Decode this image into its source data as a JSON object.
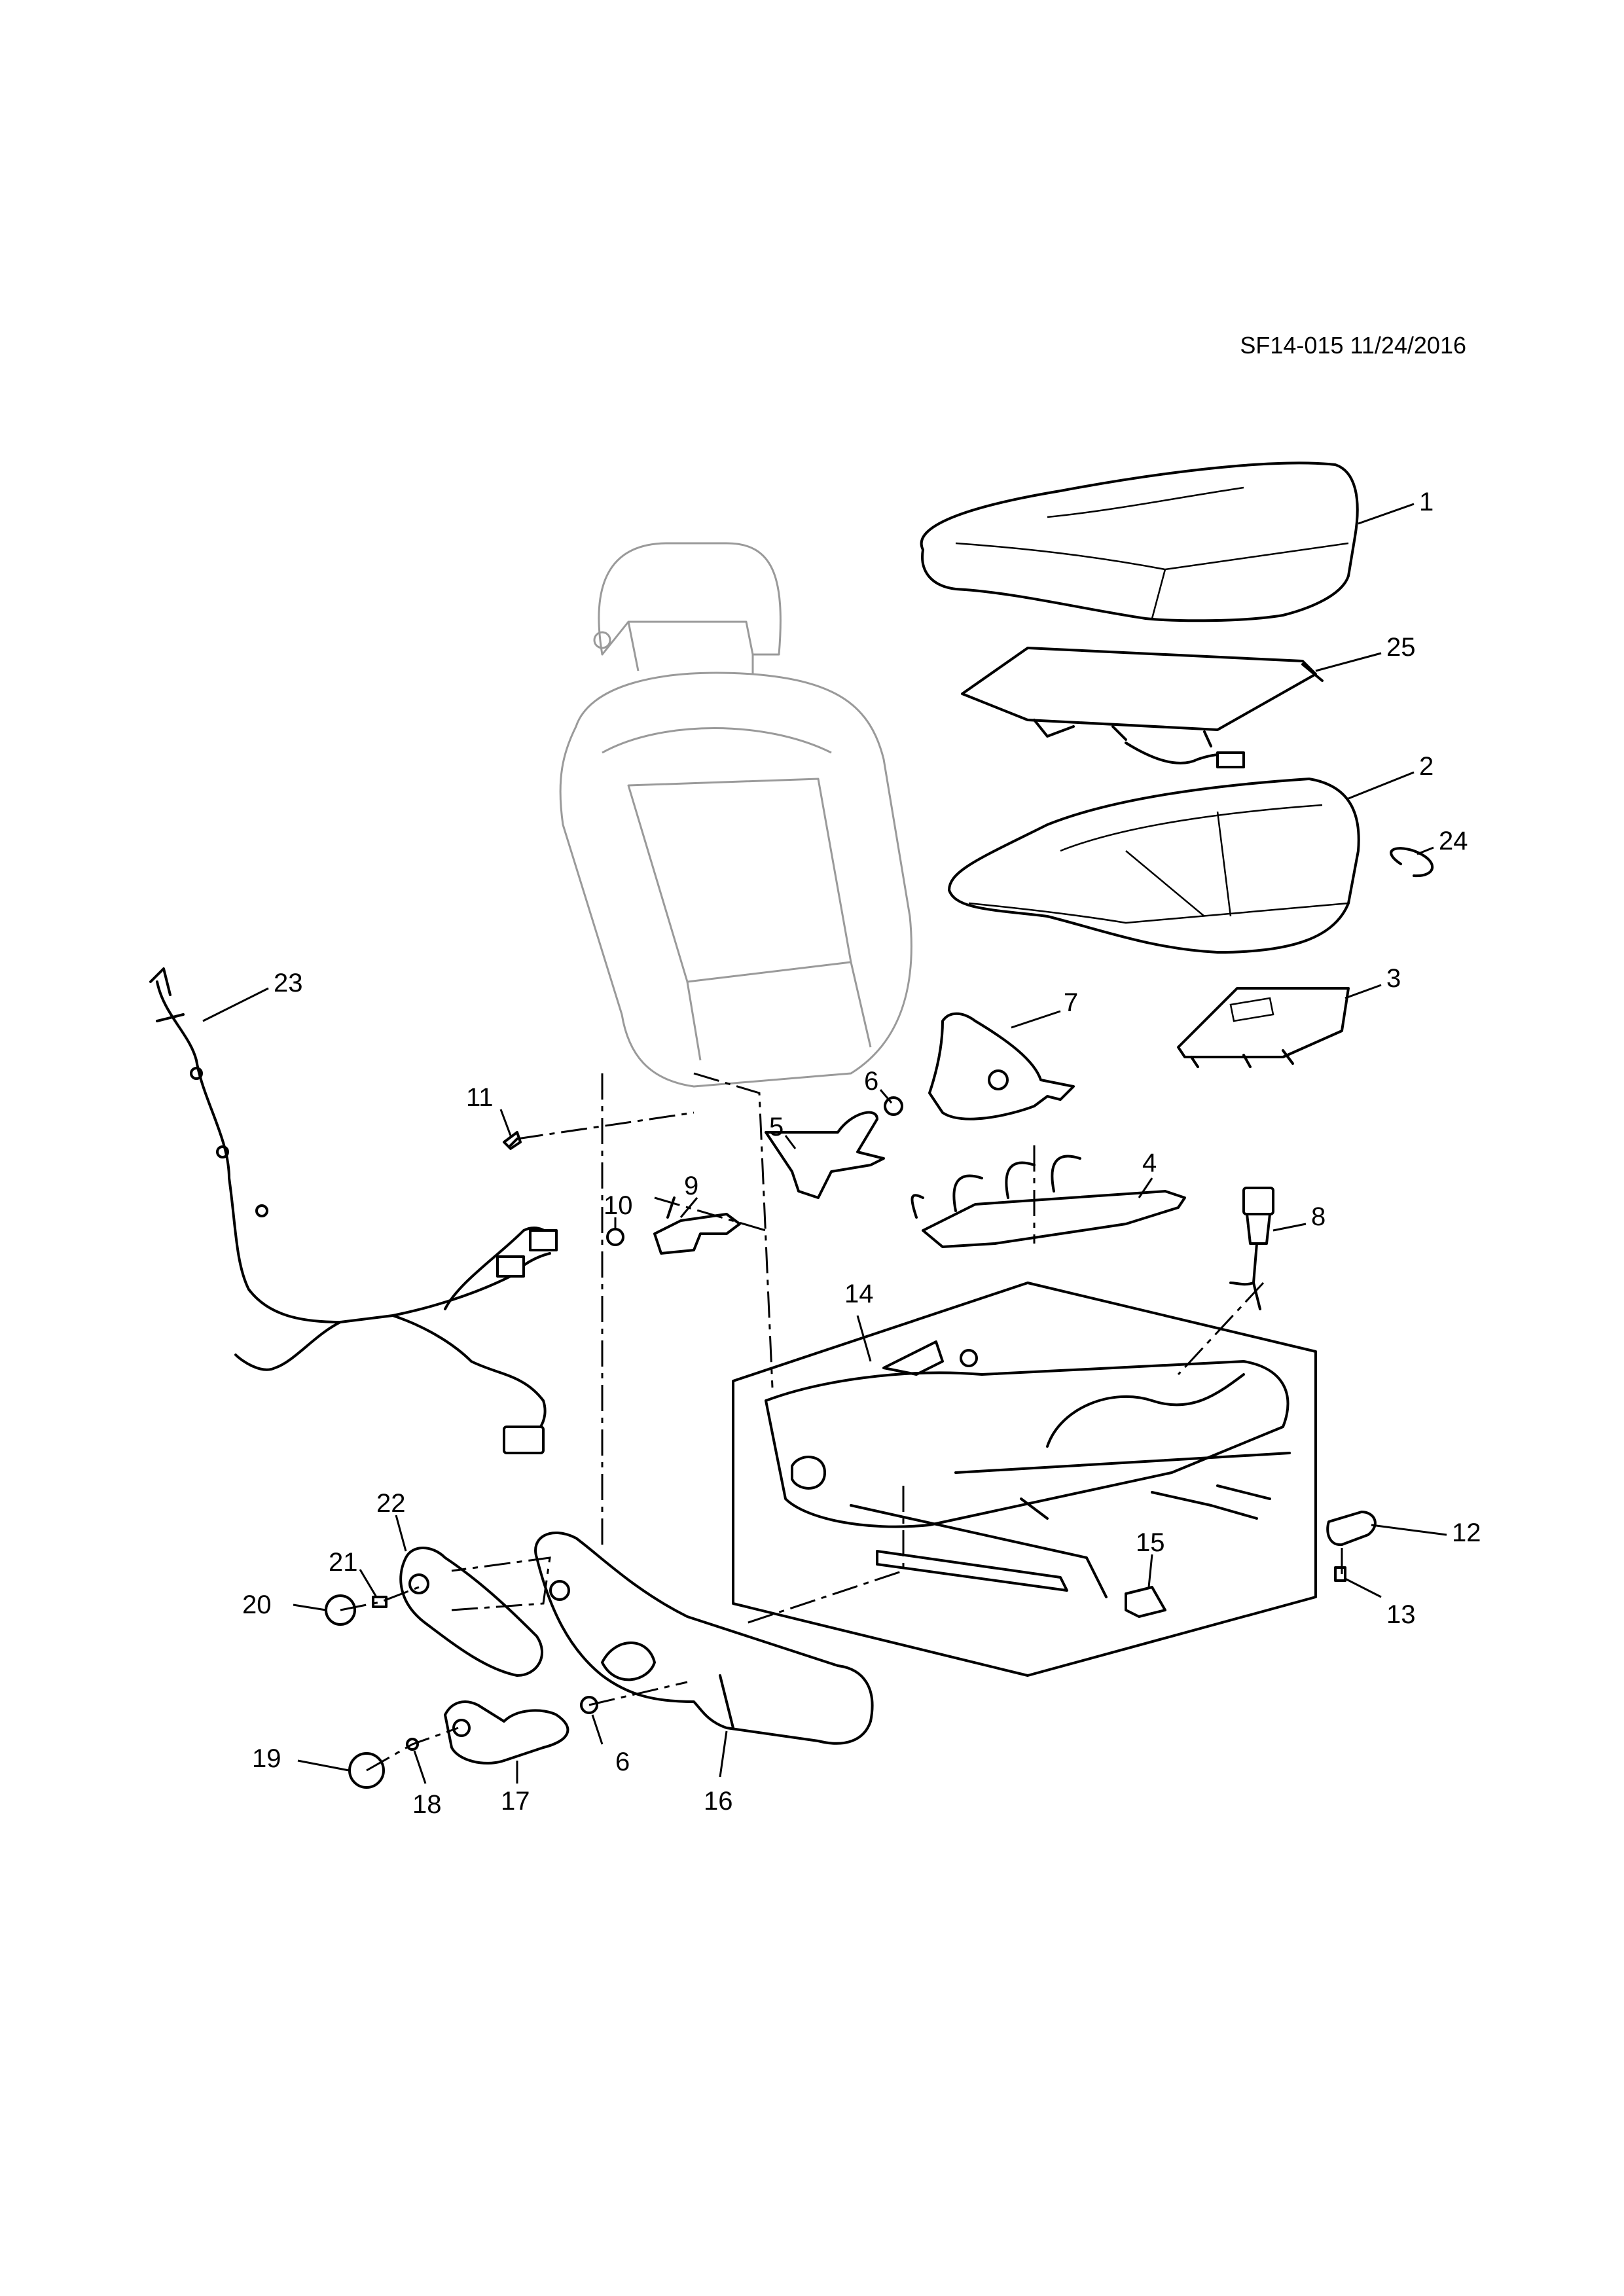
{
  "figure_ref": "SF14-015 11/24/2016",
  "callouts": [
    "1",
    "25",
    "2",
    "24",
    "3",
    "7",
    "6",
    "5",
    "4",
    "8",
    "9",
    "10",
    "11",
    "23",
    "14",
    "15",
    "12",
    "13",
    "22",
    "21",
    "20",
    "6",
    "16",
    "17",
    "18",
    "19"
  ]
}
